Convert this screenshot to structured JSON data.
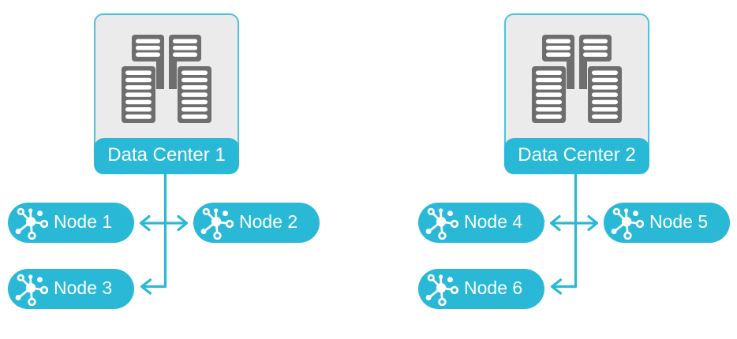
{
  "title": "Data center and node topology diagram",
  "colors": {
    "accent_cyan": "#29b9d7",
    "box_border_cyan": "#47c4de",
    "box_fill_gray": "#ebebeb",
    "server_icon_gray": "#6e6e6e",
    "label_text": "#ffffff",
    "background": "#ffffff"
  },
  "icons": {
    "datacenter": "server-racks-icon",
    "node": "network-node-icon"
  },
  "groups": [
    {
      "datacenter": {
        "label": "Data Center 1"
      },
      "nodes": [
        {
          "label": "Node 1"
        },
        {
          "label": "Node 2"
        },
        {
          "label": "Node 3"
        }
      ],
      "connections": [
        {
          "from": "Node 1",
          "to": "Node 2",
          "style": "double-headed-arrow"
        },
        {
          "from": "Data Center 1",
          "to": "Node 3",
          "style": "single-headed-arrow"
        }
      ]
    },
    {
      "datacenter": {
        "label": "Data Center 2"
      },
      "nodes": [
        {
          "label": "Node 4"
        },
        {
          "label": "Node 5"
        },
        {
          "label": "Node 6"
        }
      ],
      "connections": [
        {
          "from": "Node 4",
          "to": "Node 5",
          "style": "double-headed-arrow"
        },
        {
          "from": "Data Center 2",
          "to": "Node 6",
          "style": "single-headed-arrow"
        }
      ]
    }
  ]
}
